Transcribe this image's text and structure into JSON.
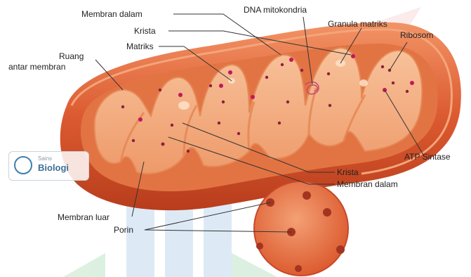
{
  "labels": {
    "membran_dalam_top": "Membran dalam",
    "dna_mitokondria": "DNA mitokondria",
    "granula_matriks": "Granula matriks",
    "krista_top": "Krista",
    "ribosom": "Ribosom",
    "matriks": "Matriks",
    "ruang_line1": "Ruang",
    "ruang_line2": "antar membran",
    "atp_sintase": "ATP Sintase",
    "krista_bottom": "Krista",
    "membran_dalam_bottom": "Membran dalam",
    "membran_luar": "Membran luar",
    "porin": "Porin"
  },
  "watermark_logo": {
    "small_text": "Sains",
    "big_text": "Biologi"
  },
  "colors": {
    "outer_membrane": "#d9502a",
    "outer_rim": "#f08a5a",
    "intermembrane": "#ec9b6a",
    "matrix": "#f3ae80",
    "cristae_highlight": "#f8c9a2",
    "granule": "#8e1f3e",
    "ribosome": "#5a1224",
    "leader_line": "#333333",
    "pore_disc": "#e9784a",
    "pore_dot": "#a33420",
    "watermark_orange": "#f6c27a",
    "watermark_blue": "#cfe2f3",
    "watermark_green": "#cdebd3"
  }
}
